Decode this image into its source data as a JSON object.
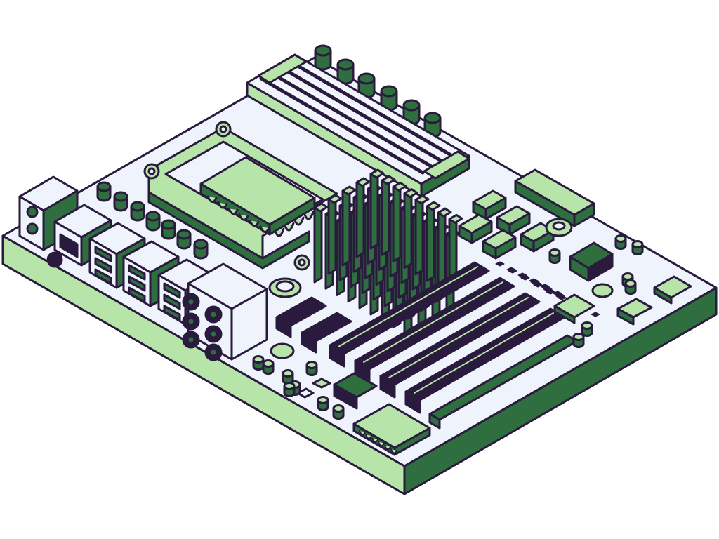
{
  "illustration": {
    "subject": "motherboard",
    "style": "isometric flat illustration",
    "palette": {
      "outline": "#2a1a3e",
      "board_top": "#eef3fc",
      "board_side_light": "#b7e4a8",
      "board_side_dark": "#2e6e3f",
      "component_light": "#b7e4a8",
      "component_dark": "#2e6e3f",
      "slot_dark": "#2a1a3e",
      "highlight": "#ffffff"
    },
    "components": [
      "cpu-socket",
      "cpu-chip",
      "ram-slots",
      "vrm-heatsink",
      "capacitors",
      "io-panel",
      "usb-ports",
      "audio-jacks",
      "pcie-slots",
      "chipset",
      "sata-ports",
      "power-connector",
      "bios-chip",
      "coin-battery"
    ]
  }
}
